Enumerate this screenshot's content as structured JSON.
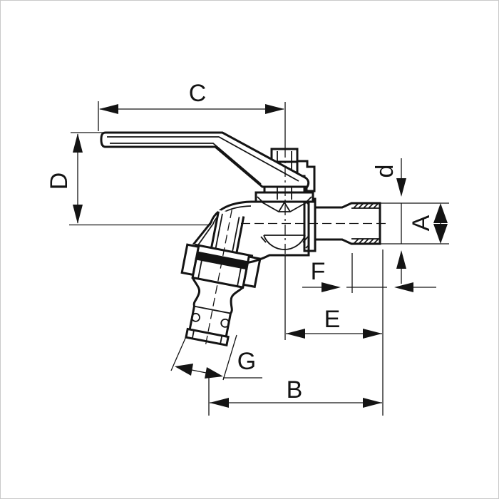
{
  "drawing": {
    "type": "technical-dimension-drawing",
    "subject": "ball-valve-bibcock-with-hose-union",
    "units_shown": false
  },
  "dims": {
    "C": "C",
    "D": "D",
    "d": "d",
    "A": "A",
    "F": "F",
    "E": "E",
    "B": "B",
    "G": "G"
  },
  "colors": {
    "line": "#141414",
    "background": "#ffffff",
    "frame": "#c9c9c9"
  }
}
